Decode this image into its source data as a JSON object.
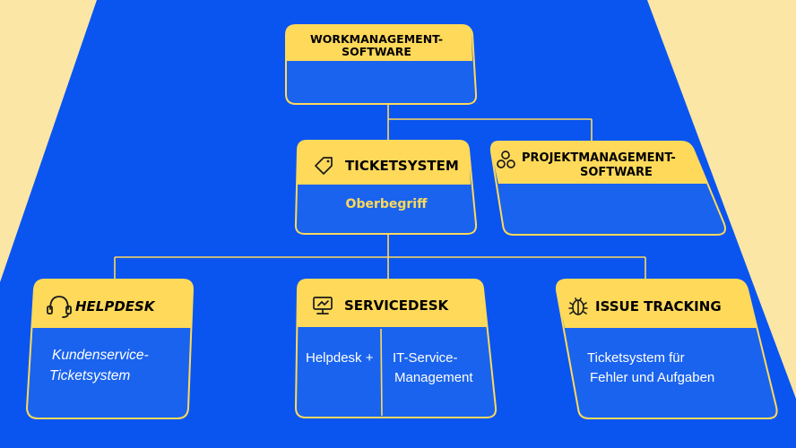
{
  "colors": {
    "background": "#fbe6a6",
    "stage": "#0a55f0",
    "box_fill": "#1a63ee",
    "header_fill": "#ffd95a",
    "border": "#ffd95a",
    "text_dark": "#1b1b1b",
    "text_light": "#ffffff"
  },
  "nodes": {
    "workmanagement": {
      "title_line1": "WORKMANAGEMENT-",
      "title_line2": "SOFTWARE"
    },
    "ticketsystem": {
      "icon": "tag-icon",
      "title": "TICKETSYSTEM",
      "subtitle": "Oberbegriff"
    },
    "projektmanagement": {
      "icon": "circles-icon",
      "title_line1": "PROJEKTMANAGEMENT-",
      "title_line2": "SOFTWARE"
    },
    "helpdesk": {
      "icon": "headset-icon",
      "title": "HELPDESK",
      "desc_line1": "Kundenservice-",
      "desc_line2": "Ticketsystem"
    },
    "servicedesk": {
      "icon": "monitor-icon",
      "title": "SERVICEDESK",
      "left_text": "Helpdesk +",
      "right_line1": "IT-Service-",
      "right_line2": "Management"
    },
    "issuetracking": {
      "icon": "bug-icon",
      "title": "ISSUE TRACKING",
      "desc_line1": "Ticketsystem für",
      "desc_line2": "Fehler und Aufgaben"
    }
  }
}
